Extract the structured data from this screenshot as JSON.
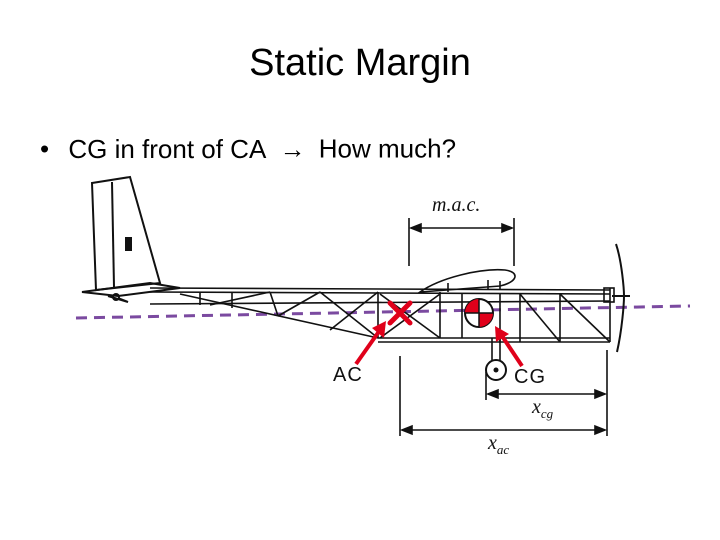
{
  "slide": {
    "title": "Static Margin",
    "bullet": {
      "marker": "•",
      "text_before": "CG in front of CA",
      "arrow": "→",
      "text_after": "How much?"
    }
  },
  "diagram": {
    "mac_label": "m.a.c.",
    "ac_label": "AC",
    "cg_label": "CG",
    "x_cg_main": "x",
    "x_cg_sub": "cg",
    "x_ac_main": "x",
    "x_ac_sub": "ac",
    "colors": {
      "reference_line": "#7b4aa0",
      "marker_red": "#e0001a",
      "ink": "#111111"
    },
    "icons": {
      "ac_marker": "x-mark-icon",
      "cg_marker": "cg-target-icon",
      "wheel": "wheel-icon"
    }
  }
}
